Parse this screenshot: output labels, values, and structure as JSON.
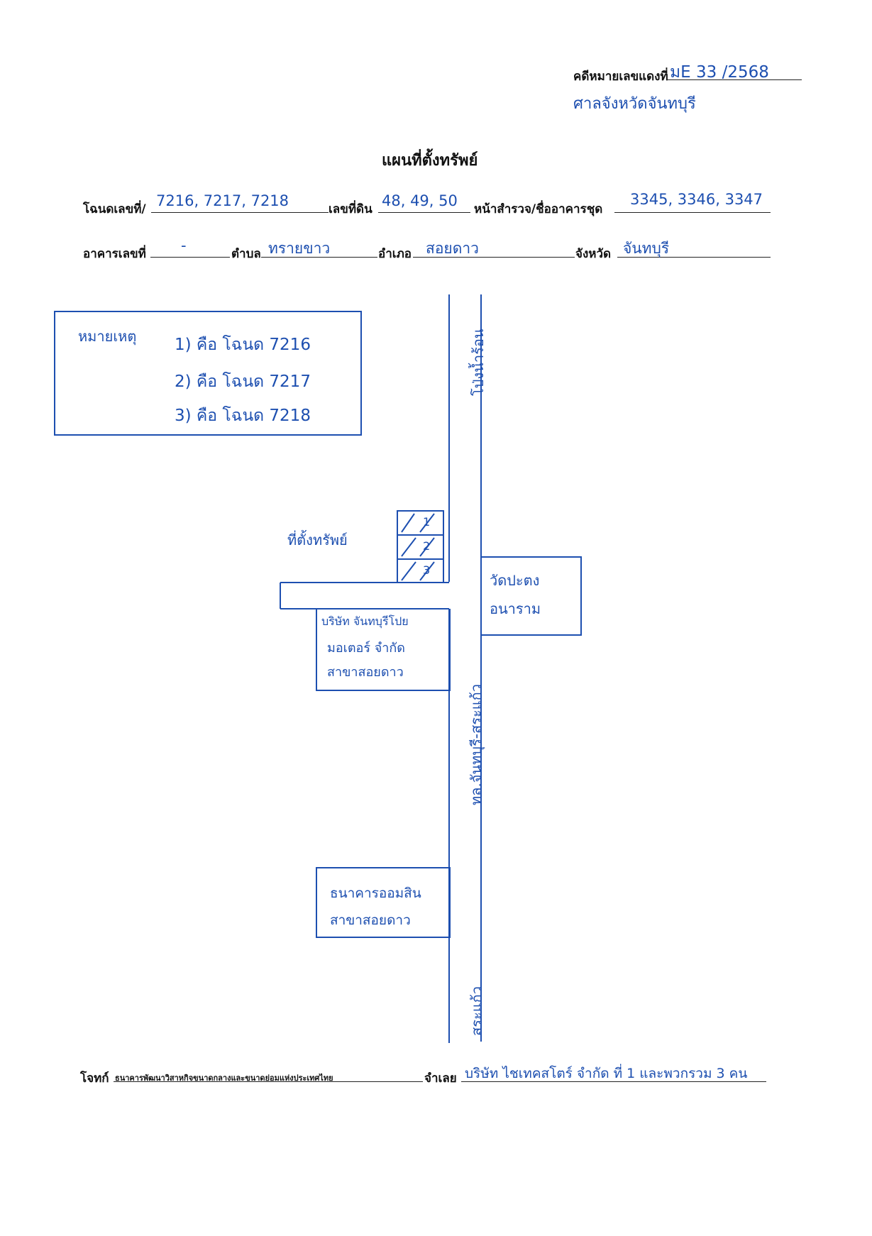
{
  "header": {
    "case_label": "คดีหมายเลขแดงที่",
    "case_number": "มE 33 /2568",
    "court": "ศาลจังหวัดจันทบุรี"
  },
  "title": "แผนที่ตั้งทรัพย์",
  "fields": {
    "deed_label": "โฉนดเลขที่/",
    "deed_value": "7216, 7217, 7218",
    "land_no_label": "เลขที่ดิน",
    "land_no_value": "48, 49, 50",
    "survey_label": "หน้าสำรวจ/ชื่ออาคารชุด",
    "survey_value": "3345, 3346, 3347",
    "building_label": "อาคารเลขที่",
    "building_value": "-",
    "subdistrict_label": "ตำบล",
    "subdistrict_value": "ทรายขาว",
    "district_label": "อำเภอ",
    "district_value": "สอยดาว",
    "province_label": "จังหวัด",
    "province_value": "จันทบุรี"
  },
  "legend": {
    "title": "หมายเหตุ",
    "items": [
      "1) คือ โฉนด 7216",
      "2) คือ โฉนด 7217",
      "3) คือ โฉนด 7218"
    ]
  },
  "map": {
    "road_top": "โป่งน้ำร้อน",
    "road_main": "ทล.จันทบุรี-สระแก้ว",
    "road_bottom": "สระแก้ว",
    "property_label": "ที่ตั้งทรัพย์",
    "plots": [
      "1",
      "2",
      "3"
    ],
    "temple": [
      "วัดปะตง",
      "อนาราม"
    ],
    "company": [
      "บริษัท จันทบุรีโปย",
      "มอเตอร์ จำกัด",
      "สาขาสอยดาว"
    ],
    "bank": [
      "ธนาคารออมสิน",
      "สาขาสอยดาว"
    ]
  },
  "footer": {
    "plaintiff_label": "โจทก์",
    "plaintiff_value": "ธนาคารพัฒนาวิสาหกิจขนาดกลางและขนาดย่อมแห่งประเทศไทย",
    "defendant_label": "จำเลย",
    "defendant_value": "บริษัท ไชเทคสโตร์ จำกัด ที่ 1 และพวกรวม 3 คน"
  },
  "colors": {
    "ink": "#1d4fb0",
    "print": "#111111"
  }
}
